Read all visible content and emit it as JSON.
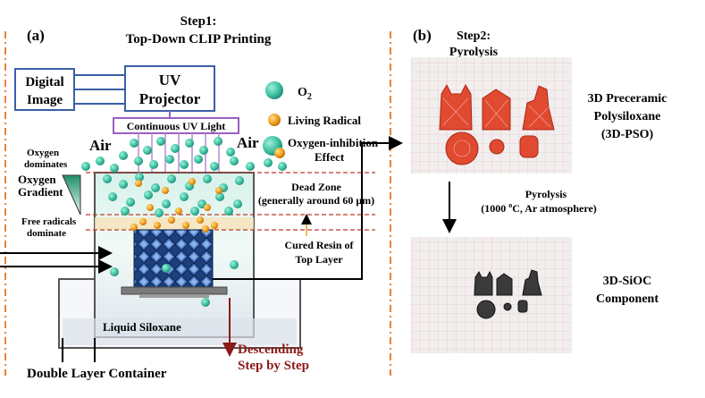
{
  "panel_a": {
    "letter": "(a)",
    "step_title_line1": "Step1:",
    "step_title_line2": "Top-Down CLIP Printing",
    "digital_image_line1": "Digital",
    "digital_image_line2": "Image",
    "uv_projector_line1": "UV",
    "uv_projector_line2": "Projector",
    "continuous_uv": "Continuous UV Light",
    "air_left": "Air",
    "air_right": "Air",
    "legend": {
      "o2": "O",
      "o2_sub": "2",
      "living_radical": "Living Radical",
      "inhibition_line1": "Oxygen-inhibition",
      "inhibition_line2": "Effect"
    },
    "oxygen_dominates_line1": "Oxygen",
    "oxygen_dominates_line2": "dominates",
    "oxygen_gradient_line1": "Oxygen",
    "oxygen_gradient_line2": "Gradient",
    "free_radicals_line1": "Free radicals",
    "free_radicals_line2": "dominate",
    "dead_zone_line1": "Dead Zone",
    "dead_zone_line2": "(generally around 60 μm)",
    "cured_resin_line1": "Cured Resin of",
    "cured_resin_line2": "Top Layer",
    "liquid_siloxane": "Liquid Siloxane",
    "double_layer": "Double Layer Container",
    "descending_line1": "Descending",
    "descending_line2": "Step by Step"
  },
  "panel_b": {
    "letter": "(b)",
    "step_title_line1": "Step2:",
    "step_title_line2": "Pyrolysis",
    "pso_line1": "3D Preceramic",
    "pso_line2": "Polysiloxane",
    "pso_line3": "(3D-PSO)",
    "pyrolysis_label": "Pyrolysis",
    "pyrolysis_cond_pre": "(1000 ",
    "pyrolysis_cond_sup": "o",
    "pyrolysis_cond_post": "C, Ar atmosphere)",
    "sioc_line1": "3D-SiOC",
    "sioc_line2": "Component"
  },
  "colors": {
    "box_blue": "#3a5fa8",
    "uv_purple": "#9b5fc0",
    "o2_teal": "#3fc2a4",
    "radical_orange": "#f0a020",
    "dashed_red": "#c0392b",
    "orange_dash": "#e8823a",
    "descend_red": "#8b1a1a",
    "resin_red": "#e04a30",
    "sioc_dark": "#3a3a3a"
  }
}
